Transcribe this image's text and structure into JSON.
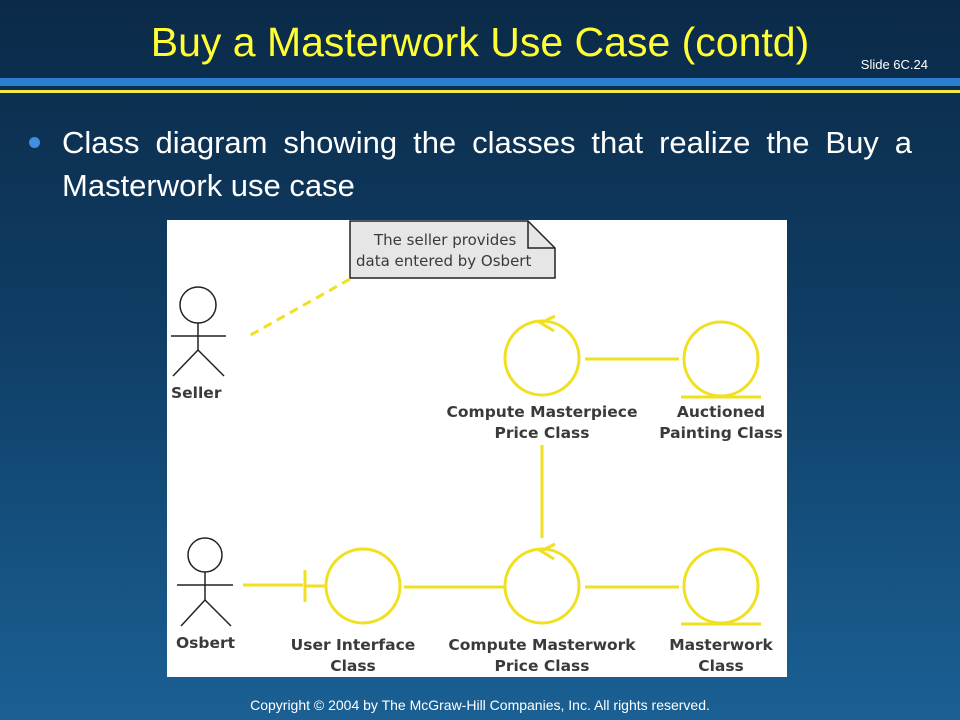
{
  "slide": {
    "title": "Buy a Masterwork Use Case (contd)",
    "number": "Slide 6C.24",
    "bullet": "Class diagram showing the classes that realize the Buy a Masterwork use case",
    "footer": "Copyright © 2004 by The McGraw-Hill Companies, Inc.  All rights reserved."
  },
  "diagram": {
    "note": {
      "line1": "The seller provides",
      "line2": "data entered by Osbert"
    },
    "actors": {
      "seller": "Seller",
      "osbert": "Osbert"
    },
    "classes": {
      "compute_masterpiece": {
        "line1": "Compute Masterpiece",
        "line2": "Price Class"
      },
      "auctioned_painting": {
        "line1": "Auctioned",
        "line2": "Painting Class"
      },
      "user_interface": {
        "line1": "User Interface",
        "line2": "Class"
      },
      "compute_masterwork": {
        "line1": "Compute Masterwork",
        "line2": "Price Class"
      },
      "masterwork": {
        "line1": "Masterwork",
        "line2": "Class"
      }
    },
    "colors": {
      "symbol": "#f0e020",
      "stroke": "#222222",
      "note_fill": "#e6e6e6"
    }
  }
}
